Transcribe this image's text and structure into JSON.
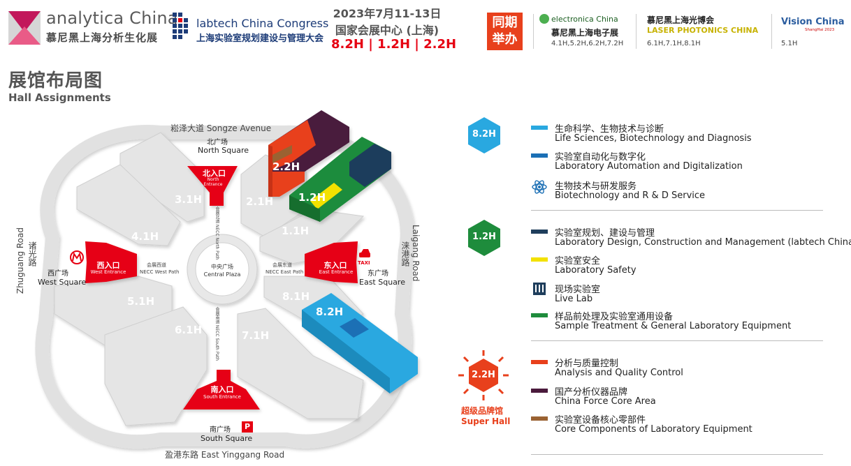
{
  "header": {
    "analytica_name": "analytica China",
    "analytica_sub": "慕尼黑上海分析生化展",
    "labtech_name": "labtech China Congress",
    "labtech_sub": "上海实验室规划建设与管理大会",
    "date": "2023年7月11-13日",
    "venue": "国家会展中心 (上海)",
    "halls": "8.2H | 1.2H | 2.2H",
    "concurrent_label": "同期举办",
    "electronica_name": "electronica China",
    "electronica_sub": "慕尼黑上海电子展",
    "electronica_halls": "4.1H,5.2H,6.2H,7.2H",
    "laser_cn": "慕尼黑上海光博会",
    "laser_en": "LASER PHOTONICS CHINA",
    "laser_halls": "6.1H,7.1H,8.1H",
    "vision_name": "Vision China",
    "vision_sub": "ShangHai 2023",
    "vision_halls": "5.1H"
  },
  "title": {
    "cn": "展馆布局图",
    "en": "Hall Assignments"
  },
  "map": {
    "road_north": "崧泽大道 Songze Avenue",
    "road_south": "盈港东路 East Yinggang Road",
    "road_west_cn": "诸光路",
    "road_west_en": "Zhuguang Road",
    "road_east_cn": "涞港路",
    "road_east_en": "Laigang Road",
    "north_square_cn": "北广场",
    "north_square_en": "North Square",
    "south_square_cn": "南广场",
    "south_square_en": "South Square",
    "west_square_cn": "西广场",
    "west_square_en": "West Square",
    "east_square_cn": "东广场",
    "east_square_en": "East Square",
    "north_entrance_cn": "北入口",
    "north_entrance_en": "North Entrance",
    "south_entrance_cn": "南入口",
    "south_entrance_en": "South Entrance",
    "west_entrance_cn": "西入口",
    "west_entrance_en": "West Entrance",
    "east_entrance_cn": "东入口",
    "east_entrance_en": "East Entrance",
    "central_plaza_cn": "中央广场",
    "central_plaza_en": "Central Plaza",
    "west_path_cn": "会展西道",
    "west_path_en": "NECC West Path",
    "east_path_cn": "会展东道",
    "east_path_en": "NECC East Path",
    "north_path": "会展北道 NECC North Path",
    "south_path": "会展南道 NECC South Path",
    "taxi": "TAXI",
    "parking": "P",
    "halls": {
      "h31": "3.1H",
      "h21": "2.1H",
      "h41": "4.1H",
      "h11": "1.1H",
      "h51": "5.1H",
      "h81": "8.1H",
      "h61": "6.1H",
      "h71": "7.1H",
      "h22": "2.2H",
      "h12": "1.2H",
      "h82": "8.2H"
    }
  },
  "legend": {
    "h82_label": "8.2H",
    "h12_label": "1.2H",
    "h22_label": "2.2H",
    "super_cn": "超级品牌馆",
    "super_en": "Super Hall",
    "items": [
      {
        "cn": "生命科学、生物技术与诊断",
        "en": "Life Sciences, Biotechnology and Diagnosis",
        "color": "#29a8e0"
      },
      {
        "cn": "实验室自动化与数字化",
        "en": "Laboratory Automation and Digitalization",
        "color": "#1b6fb5"
      },
      {
        "cn": "生物技术与研发服务",
        "en": "Biotechnology and R & D Service",
        "icon": "atom-icon"
      },
      {
        "cn": "实验室规划、建设与管理",
        "en": "Laboratory Design, Construction and Management (labtech China)",
        "color": "#1f3e5c"
      },
      {
        "cn": "实验室安全",
        "en": "Laboratory Safety",
        "color": "#f3e100"
      },
      {
        "cn": "现场实验室",
        "en": "Live Lab",
        "icon": "lab-icon"
      },
      {
        "cn": "样品前处理及实验室通用设备",
        "en": "Sample Treatment & General Laboratory Equipment",
        "color": "#1e8c3c"
      },
      {
        "cn": "分析与质量控制",
        "en": "Analysis and Quality Control",
        "color": "#e8401c"
      },
      {
        "cn": "国产分析仪器品牌",
        "en": "China Force Core Area",
        "color": "#4a1a3c"
      },
      {
        "cn": "实验室设备核心零部件",
        "en": "Core Components of Laboratory Equipment",
        "color": "#9a6232"
      }
    ],
    "colors": {
      "hex_82": "#29a8e0",
      "hex_12": "#1e8c3c",
      "hex_22": "#e8401c"
    }
  }
}
